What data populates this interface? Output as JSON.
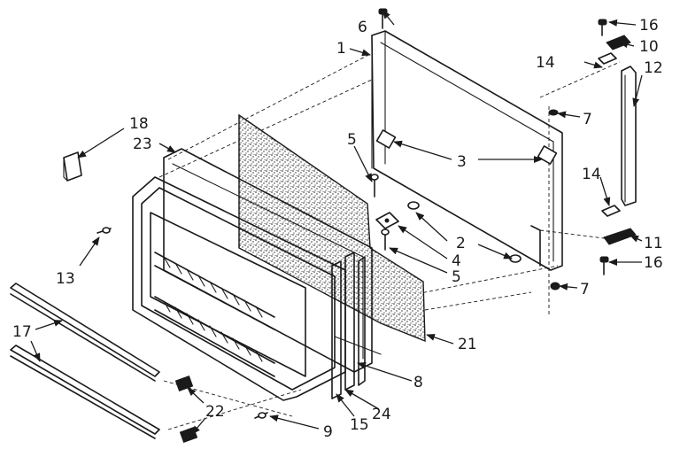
{
  "callouts": [
    {
      "id": "c1",
      "label": "1"
    },
    {
      "id": "c2",
      "label": "2"
    },
    {
      "id": "c3",
      "label": "3"
    },
    {
      "id": "c4",
      "label": "4"
    },
    {
      "id": "c5a",
      "label": "5"
    },
    {
      "id": "c5b",
      "label": "5"
    },
    {
      "id": "c6",
      "label": "6"
    },
    {
      "id": "c7a",
      "label": "7"
    },
    {
      "id": "c7b",
      "label": "7"
    },
    {
      "id": "c8",
      "label": "8"
    },
    {
      "id": "c9",
      "label": "9"
    },
    {
      "id": "c10",
      "label": "10"
    },
    {
      "id": "c11",
      "label": "11"
    },
    {
      "id": "c12",
      "label": "12"
    },
    {
      "id": "c13",
      "label": "13"
    },
    {
      "id": "c14a",
      "label": "14"
    },
    {
      "id": "c14b",
      "label": "14"
    },
    {
      "id": "c15",
      "label": "15"
    },
    {
      "id": "c16a",
      "label": "16"
    },
    {
      "id": "c16b",
      "label": "16"
    },
    {
      "id": "c17",
      "label": "17"
    },
    {
      "id": "c18",
      "label": "18"
    },
    {
      "id": "c21",
      "label": "21"
    },
    {
      "id": "c22",
      "label": "22"
    },
    {
      "id": "c23",
      "label": "23"
    },
    {
      "id": "c24",
      "label": "24"
    }
  ]
}
